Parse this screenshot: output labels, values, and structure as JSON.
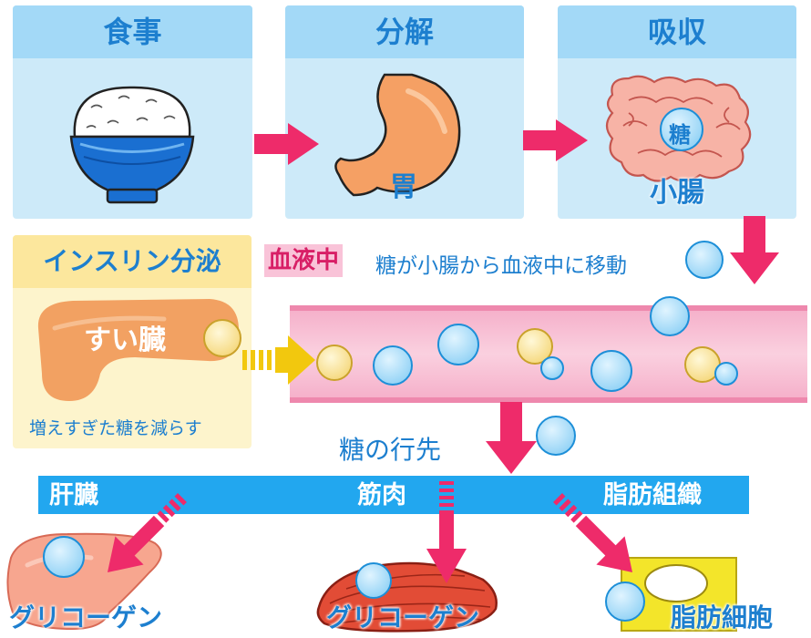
{
  "steps": {
    "meal": "食事",
    "digest": "分解",
    "absorb": "吸収"
  },
  "organs": {
    "stomach": "胃",
    "small_intestine": "小腸",
    "sugar_mark": "糖",
    "pancreas": "すい臓"
  },
  "insulin": {
    "title": "インスリン分泌",
    "caption": "増えすぎた糖を減らす"
  },
  "blood": {
    "tag": "血液中",
    "move_text": "糖が小腸から血液中に移動"
  },
  "destination": {
    "label": "糖の行先",
    "liver": "肝臓",
    "muscle": "筋肉",
    "fat_tissue": "脂肪組織"
  },
  "storage": {
    "liver_store": "グリコーゲン",
    "muscle_store": "グリコーゲン",
    "fat_store": "脂肪細胞"
  },
  "colors": {
    "panel_bg": "#cdeaf9",
    "panel_head": "#a3d9f7",
    "title_text": "#1d7fcf",
    "arrow_pink": "#ee2b6a",
    "blood_vessel": "#f7bdd3",
    "glucose": "#a6dcf8",
    "insulin_dot": "#f9e394",
    "insulin_arrow": "#f2c80e",
    "bar_blue": "#22a7ef",
    "pancreas_bg": "#fdf4cc",
    "pancreas_head": "#fce79d"
  },
  "icons": [
    "rice-bowl-icon",
    "stomach-icon",
    "intestine-icon",
    "pancreas-icon",
    "liver-icon",
    "muscle-icon",
    "fat-cell-icon"
  ]
}
